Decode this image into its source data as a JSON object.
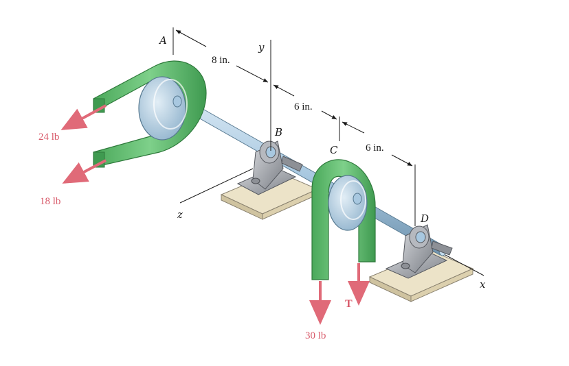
{
  "points": {
    "A": "A",
    "B": "B",
    "C": "C",
    "D": "D"
  },
  "axes": {
    "x": "x",
    "y": "y",
    "z": "z"
  },
  "dimensions": {
    "ab": "8 in.",
    "bc": "6 in.",
    "cd": "6 in."
  },
  "forces": {
    "f_24": "24 lb",
    "f_18": "18 lb",
    "f_30": "30 lb",
    "tension": "T"
  },
  "colors": {
    "belt": "#5fbf6c",
    "force": "#e06a78",
    "shaft": "#a8c8e0",
    "base": "#ece3c8",
    "bearing": "#a9acb2"
  }
}
